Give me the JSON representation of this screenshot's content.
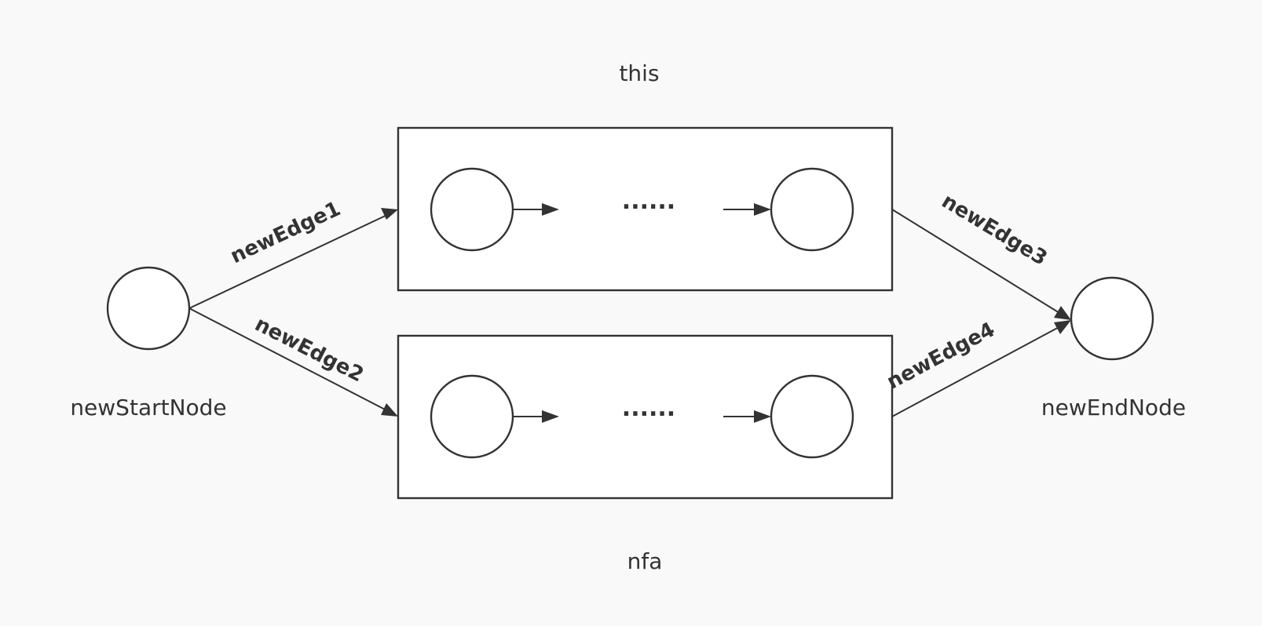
{
  "labels": {
    "top_box": "this",
    "bottom_box": "nfa",
    "start_node": "newStartNode",
    "end_node": "newEndNode"
  },
  "edges": {
    "edge1": "newEdge1",
    "edge2": "newEdge2",
    "edge3": "newEdge3",
    "edge4": "newEdge4"
  },
  "inner": {
    "ellipsis_top": "......",
    "ellipsis_bottom": "......"
  }
}
